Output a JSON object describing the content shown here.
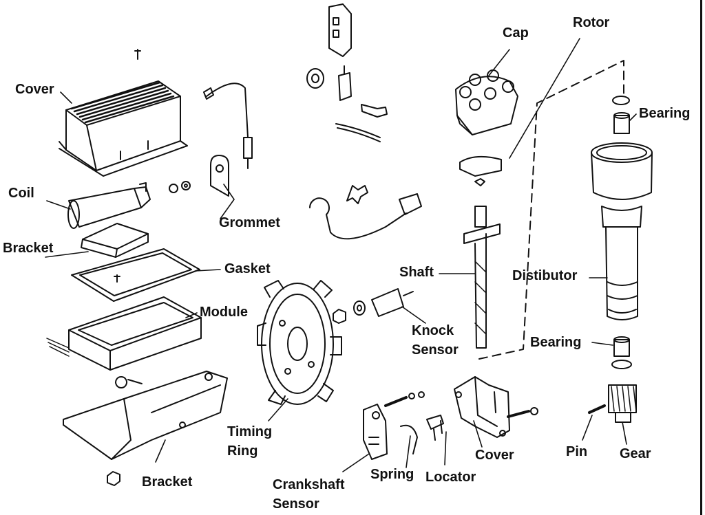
{
  "diagram": {
    "colors": {
      "ink": "#111111",
      "paper": "#ffffff"
    },
    "labels": {
      "cover_top": "Cover",
      "coil": "Coil",
      "bracket_top": "Bracket",
      "grommet": "Grommet",
      "gasket": "Gasket",
      "module": "Module",
      "bracket_bottom": "Bracket",
      "timing_ring_1": "Timing",
      "timing_ring_2": "Ring",
      "crankshaft_sensor_1": "Crankshaft",
      "crankshaft_sensor_2": "Sensor",
      "spring": "Spring",
      "locator": "Locator",
      "cover_bottom": "Cover",
      "knock_sensor_1": "Knock",
      "knock_sensor_2": "Sensor",
      "shaft": "Shaft",
      "cap": "Cap",
      "rotor": "Rotor",
      "bearing_top": "Bearing",
      "distributor": "Distibutor",
      "bearing_bottom": "Bearing",
      "pin": "Pin",
      "gear": "Gear"
    }
  }
}
